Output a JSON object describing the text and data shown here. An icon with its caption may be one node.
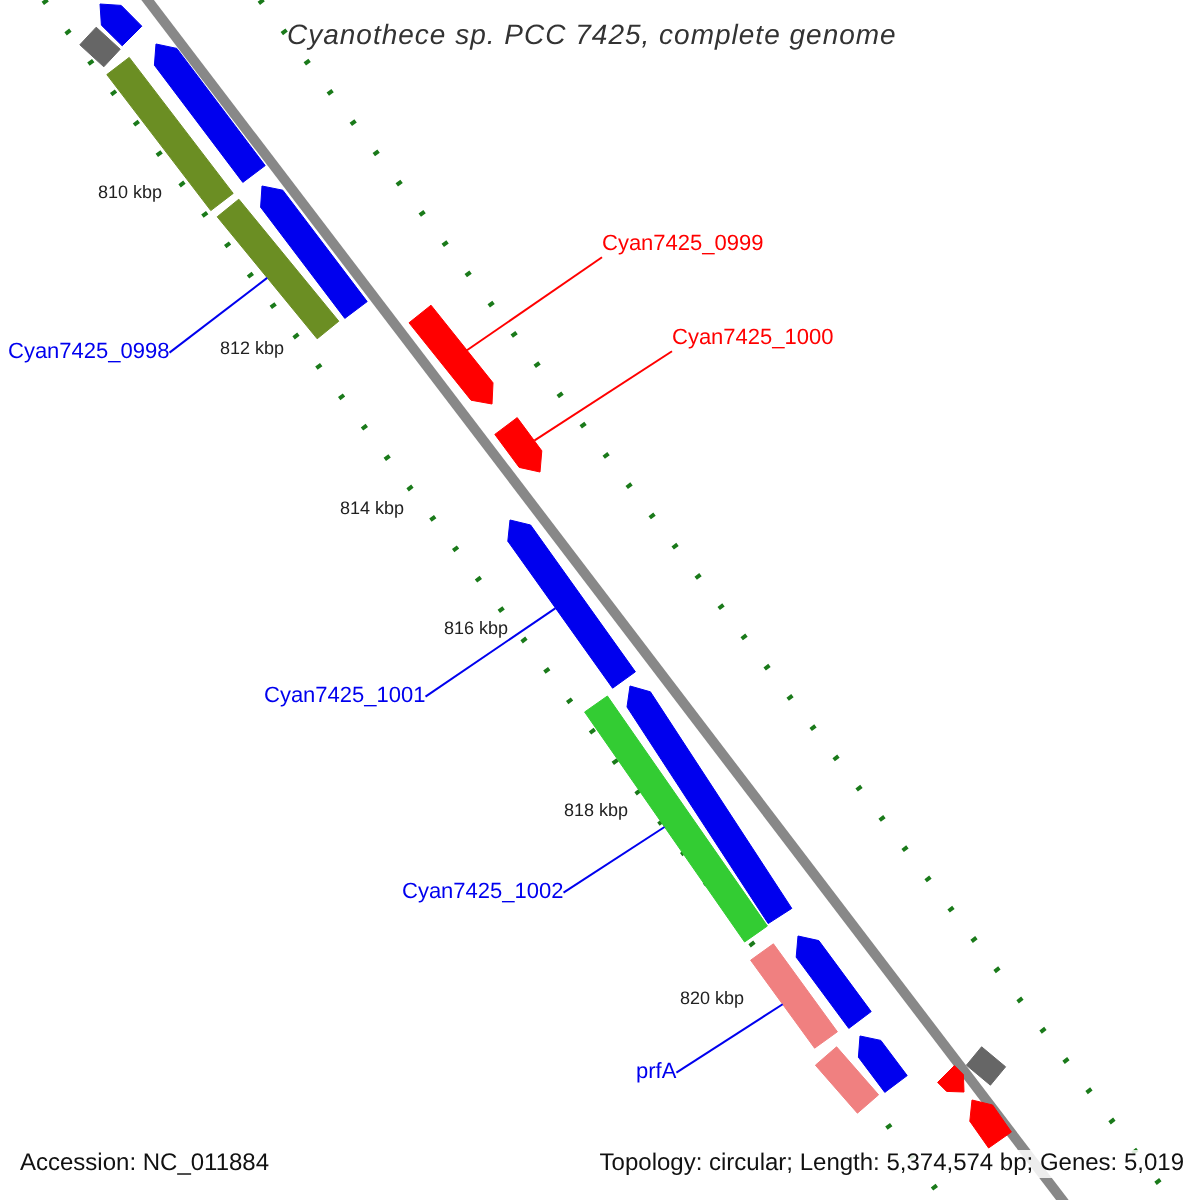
{
  "diagram": {
    "title": "Cyanothece sp. PCC 7425, complete genome",
    "nodes": [
      {
        "text": [
          "Cyan7425_0999"
        ]
      },
      {
        "text": [],
        "shape": "bar"
      },
      {
        "text": [
          "Cyan7425_1000"
        ]
      },
      {
        "text": [],
        "shape": "bar"
      },
      {
        "text": [
          "Cyan7425_0998"
        ]
      },
      {
        "text": [],
        "shape": "bar"
      },
      {
        "text": [
          "Cyan7425_1001"
        ]
      },
      {
        "text": [],
        "shape": "bar"
      },
      {
        "text": [
          "Cyan7425_1002"
        ]
      },
      {
        "text": [],
        "shape": "bar"
      },
      {
        "text": [
          "prfA"
        ]
      },
      {
        "text": [],
        "shape": "bar"
      },
      {
        "text": [],
        "shape": "bar"
      },
      {
        "text": [],
        "shape": "box"
      },
      {
        "text": [],
        "shape": "bar"
      },
      {
        "text": [],
        "shape": "bar"
      },
      {
        "text": [],
        "shape": "bar"
      },
      {
        "text": [],
        "shape": "bar"
      },
      {
        "text": [],
        "shape": "bar"
      },
      {
        "text": [],
        "shape": "bar"
      },
      {
        "text": [],
        "shape": "bar"
      },
      {
        "text": [],
        "shape": "bar"
      },
      {
        "text": [],
        "shape": "box"
      },
      {
        "text": [],
        "shape": "bar"
      }
    ],
    "edges": [
      {
        "from": 0,
        "to": 1,
        "arrow": "none",
        "color": "#ff0000"
      },
      {
        "from": 2,
        "to": 3,
        "arrow": "none",
        "color": "#ff0000"
      },
      {
        "from": 4,
        "to": 5,
        "arrow": "none"
      },
      {
        "from": 6,
        "to": 7,
        "arrow": "none"
      },
      {
        "from": 8,
        "to": 9,
        "arrow": "none"
      },
      {
        "from": 10,
        "to": 11,
        "arrow": "none"
      }
    ],
    "labels": [
      "810 kbp",
      "812 kbp",
      "814 kbp",
      "816 kbp",
      "818 kbp",
      "820 kbp",
      "Accession: NC_011884",
      "Topology: circular; Length: 5,374,574 bp; Genes: 5,019"
    ]
  }
}
